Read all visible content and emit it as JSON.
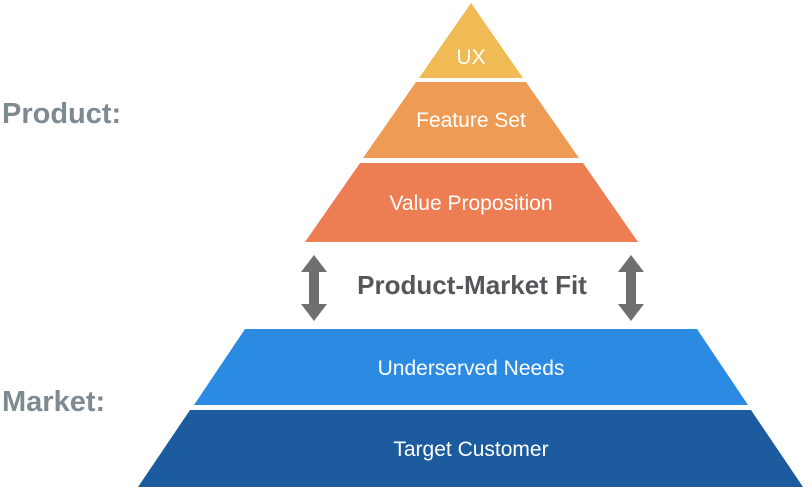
{
  "diagram": {
    "background": "#FFFFFF",
    "layer_text_color": "#FFFFFF",
    "side_label_color": "#7D8A90",
    "product_section": {
      "label": "Product:",
      "layers": [
        {
          "label": "UX",
          "color": "#F0BB55"
        },
        {
          "label": "Feature Set",
          "color": "#EE9C55"
        },
        {
          "label": "Value Proposition",
          "color": "#ED7D53"
        }
      ]
    },
    "market_section": {
      "label": "Market:",
      "layers": [
        {
          "label": "Underserved Needs",
          "color": "#2B8BE2"
        },
        {
          "label": "Target Customer",
          "color": "#1C5B9E"
        }
      ]
    },
    "fit": {
      "label": "Product-Market Fit",
      "text_color": "#55565A",
      "arrow_color": "#6E6F71",
      "arrow_icon": "up-down-arrow-icon"
    }
  }
}
